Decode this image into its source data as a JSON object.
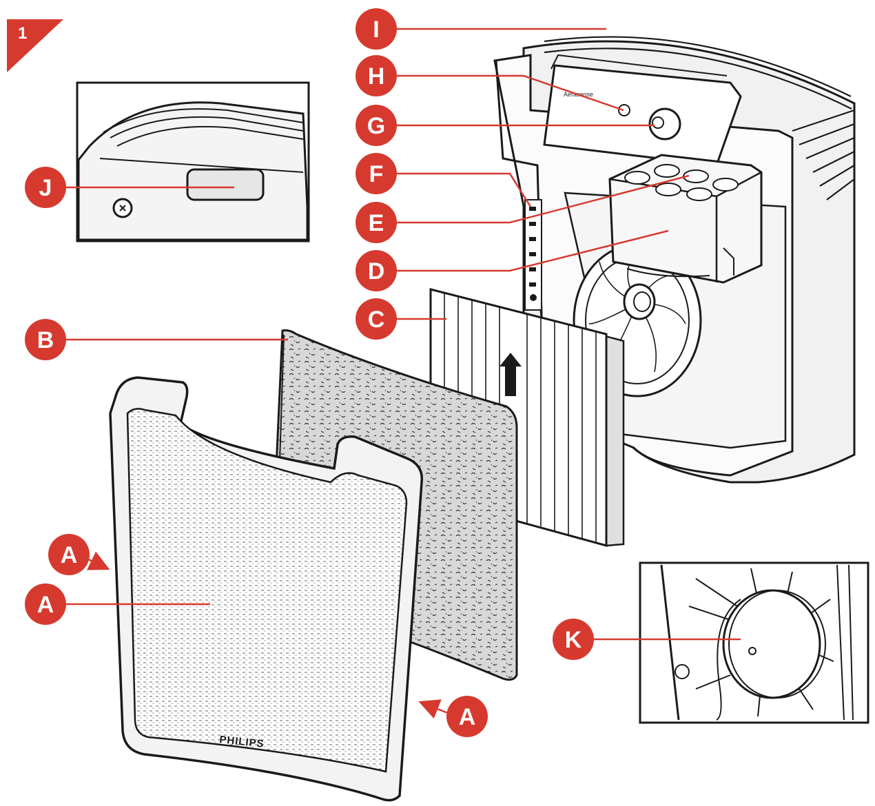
{
  "step": "1",
  "brand": "PHILIPS",
  "panel_text": "Aerasense",
  "accent_color": "#d63a2f",
  "line_color": "#1a1a1a",
  "callouts": [
    {
      "id": "I",
      "text": "I"
    },
    {
      "id": "H",
      "text": "H"
    },
    {
      "id": "G",
      "text": "G"
    },
    {
      "id": "F",
      "text": "F"
    },
    {
      "id": "E",
      "text": "E"
    },
    {
      "id": "D",
      "text": "D"
    },
    {
      "id": "C",
      "text": "C"
    },
    {
      "id": "B",
      "text": "B"
    },
    {
      "id": "J",
      "text": "J"
    },
    {
      "id": "A1",
      "text": "A"
    },
    {
      "id": "A2",
      "text": "A"
    },
    {
      "id": "A3",
      "text": "A"
    },
    {
      "id": "K",
      "text": "K"
    }
  ]
}
